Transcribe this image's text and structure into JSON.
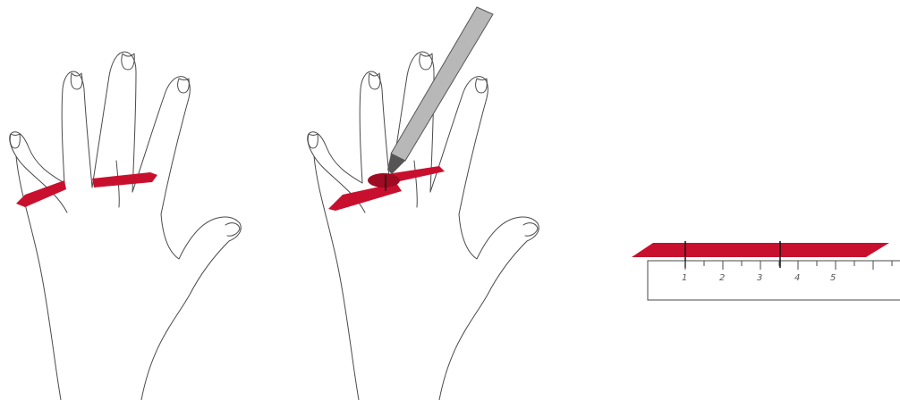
{
  "colors": {
    "ribbon": "#c8102e",
    "ribbon_dark": "#9e0b22",
    "outline": "#4a4a4a",
    "pen_body": "#b8b8b8",
    "pen_tip": "#555555"
  },
  "steps": [
    {
      "id": "wrap-string-around-finger"
    },
    {
      "id": "mark-string-with-pen"
    },
    {
      "id": "measure-string-on-ruler"
    }
  ],
  "ruler": {
    "tick_labels": [
      "1",
      "2",
      "3",
      "4",
      "5"
    ]
  }
}
